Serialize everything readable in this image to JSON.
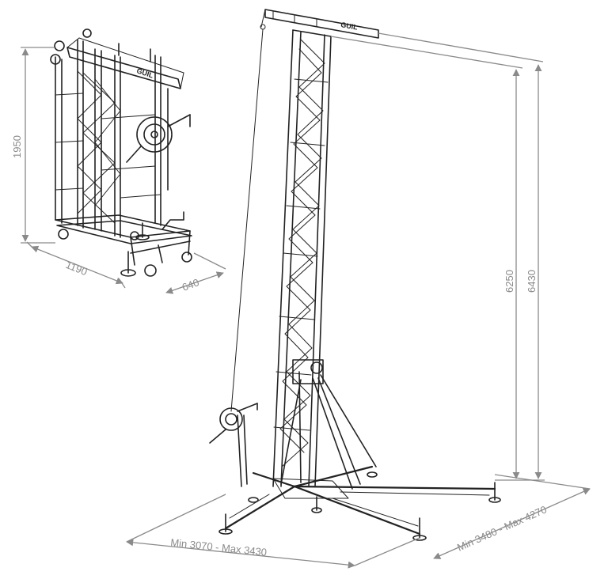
{
  "folded_unit": {
    "height": "1950",
    "length": "1190",
    "depth": "640",
    "brand": "GUIL"
  },
  "tower": {
    "brand": "GUIL",
    "height_inner": "6250",
    "height_outer": "6430",
    "base_width": "Min 3070 - Max 3430",
    "base_depth": "Min 3480 - Max 4270"
  },
  "colors": {
    "ink": "#222222",
    "dimension": "#8a8a8a"
  }
}
